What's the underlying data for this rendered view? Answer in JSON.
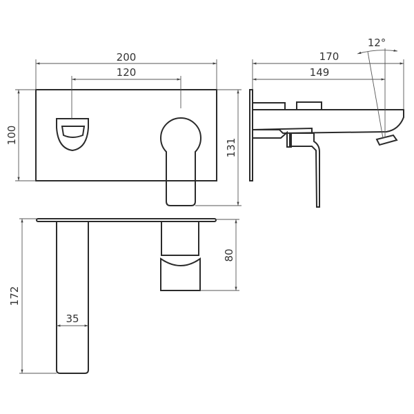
{
  "dimensions": {
    "total_width": "200",
    "center_distance": "120",
    "plate_height": "100",
    "total_height": "131",
    "projection": "170",
    "spout_projection": "149",
    "spout_angle": "12°",
    "spout_length": "172",
    "spout_width": "35",
    "handle_depth": "80"
  },
  "colors": {
    "line": "#2a2a2a",
    "background": "#ffffff"
  }
}
